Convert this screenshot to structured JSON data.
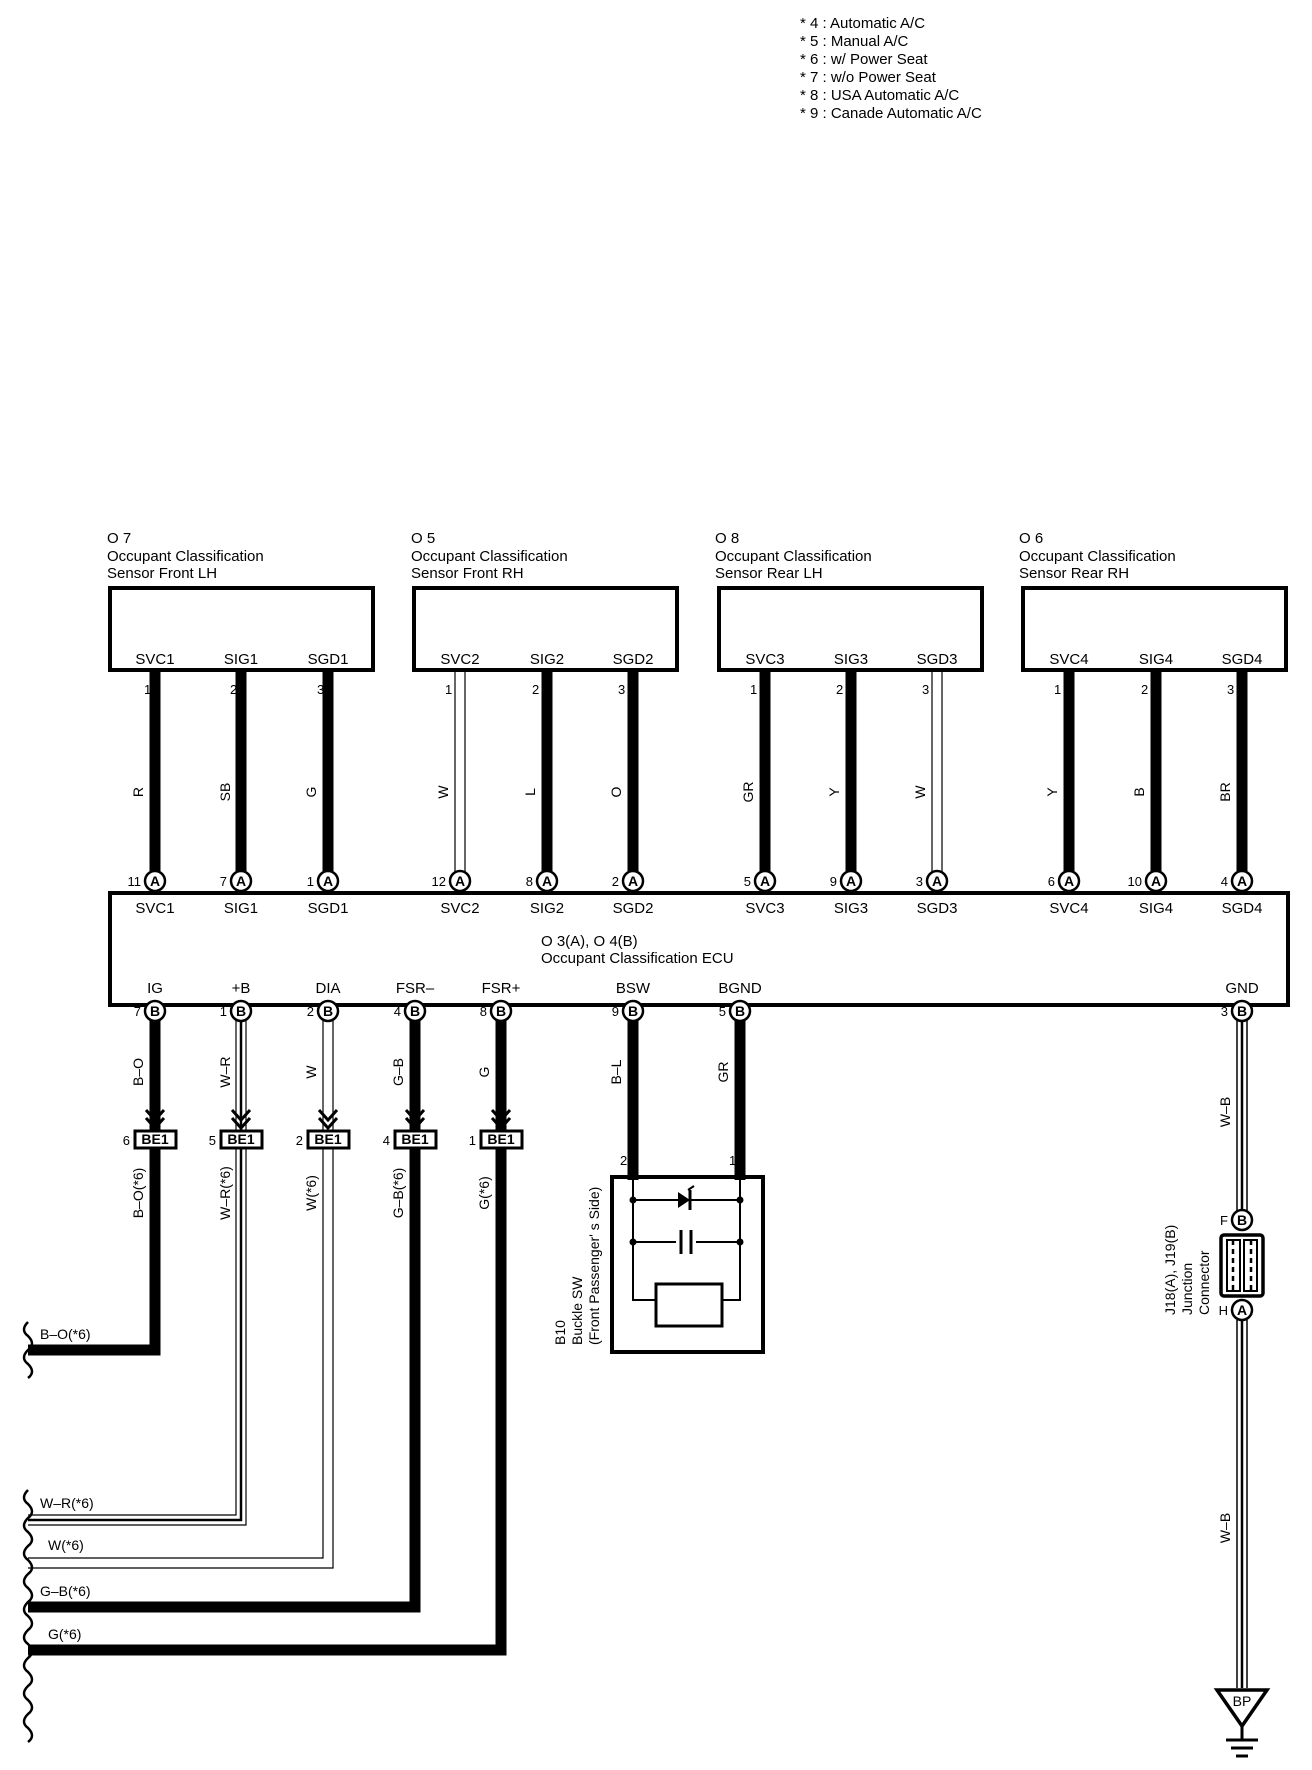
{
  "notes": [
    "* 4 : Automatic A/C",
    "* 5 : Manual A/C",
    "* 6 : w/ Power Seat",
    "* 7 : w/o Power Seat",
    "* 8 : USA Automatic A/C",
    "* 9 : Canade Automatic A/C"
  ],
  "sensors": [
    {
      "code": "O 7",
      "line1": "Occupant Classification",
      "line2": "Sensor Front LH",
      "pins": [
        {
          "num": "1",
          "name": "SVC1",
          "wire": "R",
          "ecu": "11",
          "thick": true
        },
        {
          "num": "2",
          "name": "SIG1",
          "wire": "SB",
          "ecu": "7",
          "thick": true
        },
        {
          "num": "3",
          "name": "SGD1",
          "wire": "G",
          "ecu": "1",
          "thick": true
        }
      ]
    },
    {
      "code": "O 5",
      "line1": "Occupant Classification",
      "line2": "Sensor Front RH",
      "pins": [
        {
          "num": "1",
          "name": "SVC2",
          "wire": "W",
          "ecu": "12",
          "thick": false
        },
        {
          "num": "2",
          "name": "SIG2",
          "wire": "L",
          "ecu": "8",
          "thick": true
        },
        {
          "num": "3",
          "name": "SGD2",
          "wire": "O",
          "ecu": "2",
          "thick": true
        }
      ]
    },
    {
      "code": "O 8",
      "line1": "Occupant Classification",
      "line2": "Sensor Rear LH",
      "pins": [
        {
          "num": "1",
          "name": "SVC3",
          "wire": "GR",
          "ecu": "5",
          "thick": true
        },
        {
          "num": "2",
          "name": "SIG3",
          "wire": "Y",
          "ecu": "9",
          "thick": true
        },
        {
          "num": "3",
          "name": "SGD3",
          "wire": "W",
          "ecu": "3",
          "thick": false
        }
      ]
    },
    {
      "code": "O 6",
      "line1": "Occupant Classification",
      "line2": "Sensor Rear RH",
      "pins": [
        {
          "num": "1",
          "name": "SVC4",
          "wire": "Y",
          "ecu": "6",
          "thick": true
        },
        {
          "num": "2",
          "name": "SIG4",
          "wire": "B",
          "ecu": "10",
          "thick": true
        },
        {
          "num": "3",
          "name": "SGD4",
          "wire": "BR",
          "ecu": "4",
          "thick": true
        }
      ]
    }
  ],
  "ecu": {
    "line1": "O 3(A), O 4(B)",
    "line2": "Occupant Classification ECU",
    "connector_a": "A",
    "connector_b": "B",
    "bottom_pins": [
      {
        "name": "IG",
        "num": "7",
        "wire": "B–O",
        "bef_pin": "6",
        "after": "B–O(*6)",
        "thick": true
      },
      {
        "name": "+B",
        "num": "1",
        "wire": "W–R",
        "bef_pin": "5",
        "after": "W–R(*6)",
        "thick": false
      },
      {
        "name": "DIA",
        "num": "2",
        "wire": "W",
        "bef_pin": "2",
        "after": "W(*6)",
        "thick": false
      },
      {
        "name": "FSR–",
        "num": "4",
        "wire": "G–B",
        "bef_pin": "4",
        "after": "G–B(*6)",
        "thick": true
      },
      {
        "name": "FSR+",
        "num": "8",
        "wire": "G",
        "bef_pin": "1",
        "after": "G(*6)",
        "thick": true
      }
    ],
    "bsw": {
      "name": "BSW",
      "num": "9",
      "wire": "B–L"
    },
    "bgnd": {
      "name": "BGND",
      "num": "5",
      "wire": "GR"
    },
    "gnd": {
      "name": "GND",
      "num": "3",
      "wire": "W–B"
    }
  },
  "be_connector": "BE1",
  "left_labels": [
    "B–O(*6)",
    "W–R(*6)",
    "W(*6)",
    "G–B(*6)",
    "G(*6)"
  ],
  "buckle": {
    "pin_left": "2",
    "pin_right": "1",
    "line1": "B10",
    "line2": "Buckle SW",
    "line3": "(Front Passenger' s Side)"
  },
  "junction": {
    "line1": "J18(A), J19(B)",
    "line2": "Junction",
    "line3": "Connector",
    "top_pin": "F",
    "top_conn": "B",
    "bottom_pin": "H",
    "bottom_conn": "A",
    "wire_below": "W–B"
  },
  "ground": {
    "label": "BP"
  }
}
